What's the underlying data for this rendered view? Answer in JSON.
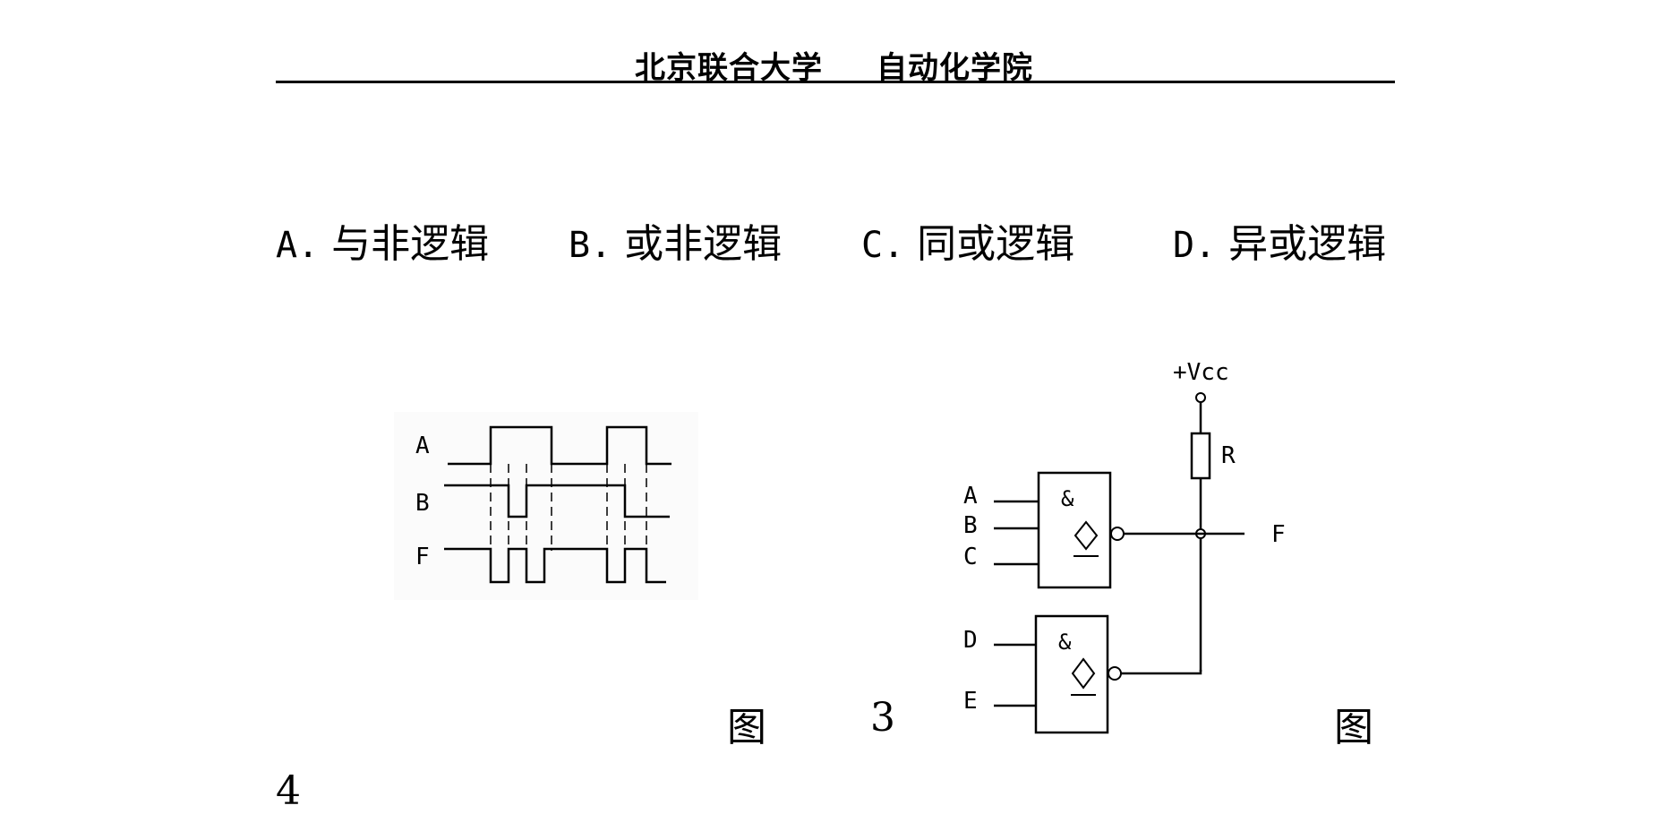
{
  "header": {
    "university": "北京联合大学",
    "school": "自动化学院"
  },
  "options": [
    {
      "label": "A.",
      "text": "与非逻辑"
    },
    {
      "label": "B.",
      "text": "或非逻辑"
    },
    {
      "label": "C.",
      "text": "同或逻辑"
    },
    {
      "label": "D.",
      "text": "异或逻辑"
    }
  ],
  "timing": {
    "signals": [
      "A",
      "B",
      "F"
    ]
  },
  "circuit": {
    "vcc": "+Vcc",
    "resistor": "R",
    "output": "F",
    "gate1": {
      "symbol": "&",
      "inputs": [
        "A",
        "B",
        "C"
      ]
    },
    "gate2": {
      "symbol": "&",
      "inputs": [
        "D",
        "E"
      ]
    }
  },
  "captions": {
    "fig_left": "图",
    "num_left": "3",
    "fig_right": "图",
    "num_bottom": "4"
  }
}
